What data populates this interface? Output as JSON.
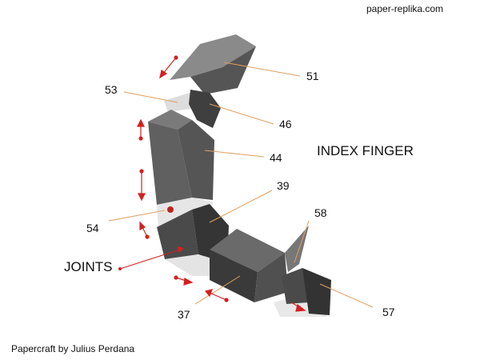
{
  "header": {
    "site": "paper-replika.com"
  },
  "title": "INDEX FINGER",
  "joints_label": "JOINTS",
  "part_labels": {
    "p51": "51",
    "p53": "53",
    "p46": "46",
    "p44": "44",
    "p39": "39",
    "p58": "58",
    "p54": "54",
    "p37": "37",
    "p57": "57"
  },
  "credit": "Papercraft by Julius Perdana",
  "colors": {
    "leader": "#e0a060",
    "arrow": "#d42020",
    "body": "#5a5a5a",
    "joint": "#e8e8e8"
  }
}
